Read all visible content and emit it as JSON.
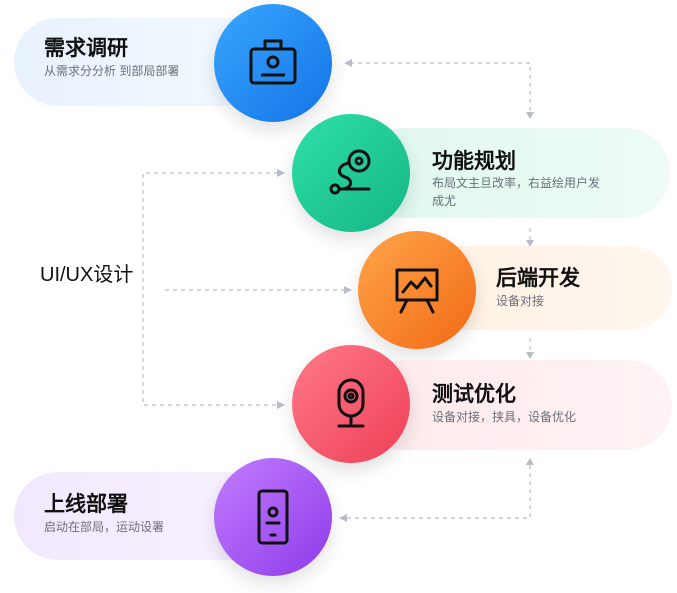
{
  "steps": [
    {
      "title": "需求调研",
      "desc": "从需求分分析 到部局部署",
      "icon": "id-card-icon"
    },
    {
      "title": "功能规划",
      "desc": "布局文主旦改率，右益绘用户发成尤",
      "icon": "roadmap-icon"
    },
    {
      "title": "后端开发",
      "desc": "设备对接",
      "icon": "presentation-chart-icon"
    },
    {
      "title": "测试优化",
      "desc": "设备对接，挟具，设备优化",
      "icon": "webcam-icon"
    },
    {
      "title": "上线部署",
      "desc": "启动在部局，运动设署",
      "icon": "smartphone-icon"
    }
  ],
  "side_label": "UI/UX设计",
  "colors": {
    "blue": "#1e88ef",
    "green": "#27c19a",
    "orange": "#f9872f",
    "red": "#f25a6d",
    "purple": "#a44ff0",
    "connector": "#b8bdcc"
  }
}
